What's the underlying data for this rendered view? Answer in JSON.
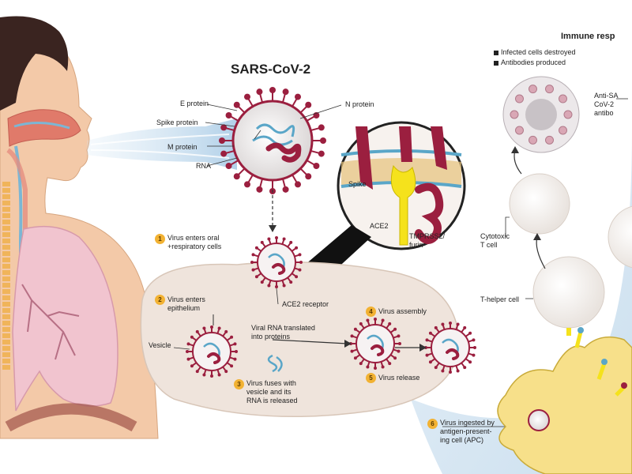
{
  "title": "SARS-CoV-2",
  "virus_parts": {
    "e_protein": "E protein",
    "spike_protein": "Spike protein",
    "m_protein": "M protein",
    "rna": "RNA",
    "n_protein": "N protein"
  },
  "zoom_labels": {
    "spike": "Spike",
    "ace2": "ACE2",
    "tmprss2": "TMPRSS2/\nfurin"
  },
  "steps": [
    {
      "number": "1",
      "text": "Virus enters oral\n+respiratory cells"
    },
    {
      "number": "2",
      "text": "Virus enters\nepithelium"
    },
    {
      "number": "3",
      "text": "Virus fuses with\nvesicle and its\nRNA is released"
    },
    {
      "number": "4",
      "text": "Virus assembly"
    },
    {
      "number": "5",
      "text": "Virus release"
    },
    {
      "number": "6",
      "text": "Virus ingested by\nantigen-present-\ning cell (APC)"
    }
  ],
  "labels": {
    "ace2_receptor": "ACE2 receptor",
    "vesicle": "Vesicle",
    "translation": "Viral RNA translated\ninto proteins",
    "cytotoxic": "Cytotoxic\nT cell",
    "t_helper": "T-helper cell",
    "antibody": "Anti-SA\nCoV-2\nantibo"
  },
  "immune": {
    "title": "Immune resp",
    "items": [
      "Infected cells destroyed",
      "Antibodies produced"
    ]
  },
  "colors": {
    "virus_red": "#9b1f3f",
    "rna_blue": "#5aa6c8",
    "badge": "#f2b233",
    "skin": "#f3c9a8",
    "lung_pink": "#f1c4cf",
    "cell_panel": "#efe4dc",
    "apc_yellow": "#f7e08a",
    "ace2_yellow": "#f5e21c"
  }
}
